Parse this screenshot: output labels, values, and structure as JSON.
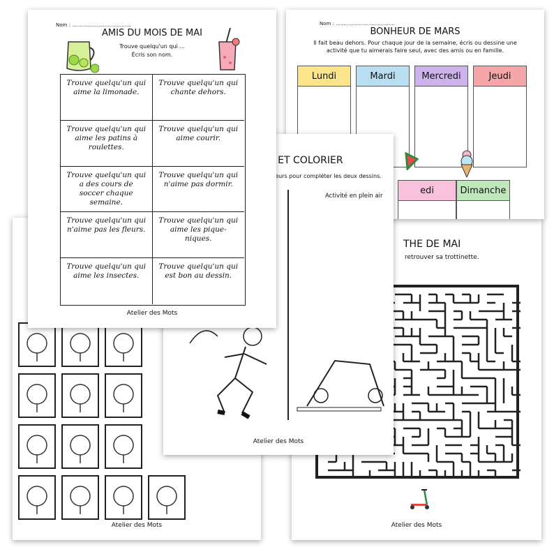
{
  "brand": "Atelier des Mots",
  "amis": {
    "name_label": "Nom : ......................................",
    "title": "AMIS DU MOIS DE MAI",
    "instruction1": "Trouve quelqu'un qui ...",
    "instruction2": "Écris son nom.",
    "cells": [
      "Trouve quelqu'un qui aime la limonade.",
      "Trouve quelqu'un qui chante dehors.",
      "Trouve quelqu'un qui aime les patins à roulettes.",
      "Trouve quelqu'un qui aime courir.",
      "Trouve quelqu'un qui a des cours de soccer chaque semaine.",
      "Trouve quelqu'un qui n'aime pas dormir.",
      "Trouve quelqu'un qui n'aime pas les fleurs.",
      "Trouve quelqu'un qui aime les pique-niques.",
      "Trouve quelqu'un qui aime les insectes.",
      "Trouve quelqu'un qui est bon au dessin."
    ]
  },
  "bonheur": {
    "name_label": "Nom : ......................................",
    "title": "BONHEUR DE MARS",
    "instruction": "Il fait beau dehors. Pour chaque jour de la semaine, écris ou dessine une activité que tu aimerais faire seul, avec des amis ou en famille.",
    "days": [
      {
        "label": "Lundi",
        "color": "#fbe48a"
      },
      {
        "label": "Mardi",
        "color": "#b9def2"
      },
      {
        "label": "Mercredi",
        "color": "#cdb3ec"
      },
      {
        "label": "Jeudi",
        "color": "#f6a6a9"
      },
      {
        "label": "edi",
        "color": "#f9c1dc"
      },
      {
        "label": "Dimanche",
        "color": "#bfe8bd"
      }
    ]
  },
  "colorier": {
    "title": "R ET COLORIER",
    "instruction": "ouleurs pour compléter les deux dessins.",
    "activity_label": "Activité en plein air"
  },
  "labyrinthe": {
    "title": "THE DE MAI",
    "instruction": "retrouver sa trottinette."
  }
}
